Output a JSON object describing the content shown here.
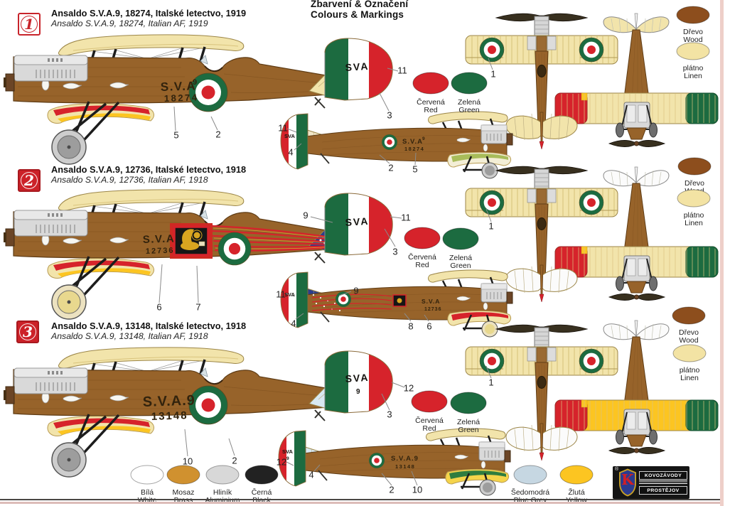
{
  "header": {
    "title_cs": "Zbarvení & Označení",
    "title_en": "Colours & Markings"
  },
  "paints": {
    "red": {
      "name_cs": "Červená",
      "name_en": "Red",
      "color": "#d6232b"
    },
    "green": {
      "name_cs": "Zelená",
      "name_en": "Green",
      "color": "#1c6b40"
    },
    "wood": {
      "name_cs": "Dřevo",
      "name_en": "Wood",
      "color": "#8d4e1d"
    },
    "linen": {
      "name_cs": "plátno",
      "name_en": "Linen",
      "color": "#f3e3a4"
    },
    "white": {
      "name_cs": "Bílá",
      "name_en": "White",
      "color": "#ffffff"
    },
    "brass": {
      "name_cs": "Mosaz",
      "name_en": "Brass",
      "color": "#d0912f"
    },
    "aluminium": {
      "name_cs": "Hliník",
      "name_en": "Aluminium",
      "color": "#d8d8d8"
    },
    "black": {
      "name_cs": "Černá",
      "name_en": "Black",
      "color": "#222222"
    },
    "blue_grey": {
      "name_cs": "Šedomodrá",
      "name_en": "Blue Grey",
      "color": "#c6d7e2"
    },
    "yellow": {
      "name_cs": "Žlutá",
      "name_en": "Yellow",
      "color": "#fcc521"
    }
  },
  "artwork_colors": {
    "fuselage_wood": "#97632a",
    "flag_blue": "#2b3e8c",
    "roundel_green": "#1c6b40",
    "roundel_red": "#d6232b",
    "lion_gold": "#d9a520"
  },
  "sections": [
    {
      "number": "1",
      "title_cs": "Ansaldo S.V.A.9, 18274, Italské letectvo, 1919",
      "title_en": "Ansaldo S.V.A.9, 18274, Italian AF, 1919",
      "markings": {
        "code": "S.V.A",
        "code_sup": "9",
        "serial": "18274",
        "rudder": "SVA",
        "rudder_sub": ""
      },
      "callouts": [
        "11",
        "3",
        "5",
        "2",
        "11",
        "4",
        "2",
        "5",
        "1"
      ]
    },
    {
      "number": "2",
      "title_cs": "Ansaldo S.V.A.9, 12736, Italské letectvo, 1918",
      "title_en": "Ansaldo S.V.A.9, 12736, Italian AF, 1918",
      "markings": {
        "code": "S.V.A",
        "code_sup": "",
        "serial": "12736",
        "rudder": "SVA",
        "rudder_sub": ""
      },
      "callouts": [
        "9",
        "11",
        "3",
        "6",
        "7",
        "11",
        "9",
        "4",
        "8",
        "6",
        "1"
      ]
    },
    {
      "number": "3",
      "title_cs": "Ansaldo S.V.A.9, 13148, Italské letectvo, 1918",
      "title_en": "Ansaldo S.V.A.9, 13148, Italian AF, 1918",
      "markings": {
        "code": "S.V.A.9",
        "code_sup": "",
        "serial": "13148",
        "rudder": "SVA",
        "rudder_sub": "9"
      },
      "callouts": [
        "12",
        "3",
        "10",
        "2",
        "12",
        "4",
        "2",
        "10",
        "1"
      ]
    }
  ],
  "logo": {
    "registered": "®",
    "monogram": "K",
    "name_line1": "KOVOZÁVODY",
    "name_line2": "PROSTĚJOV"
  }
}
